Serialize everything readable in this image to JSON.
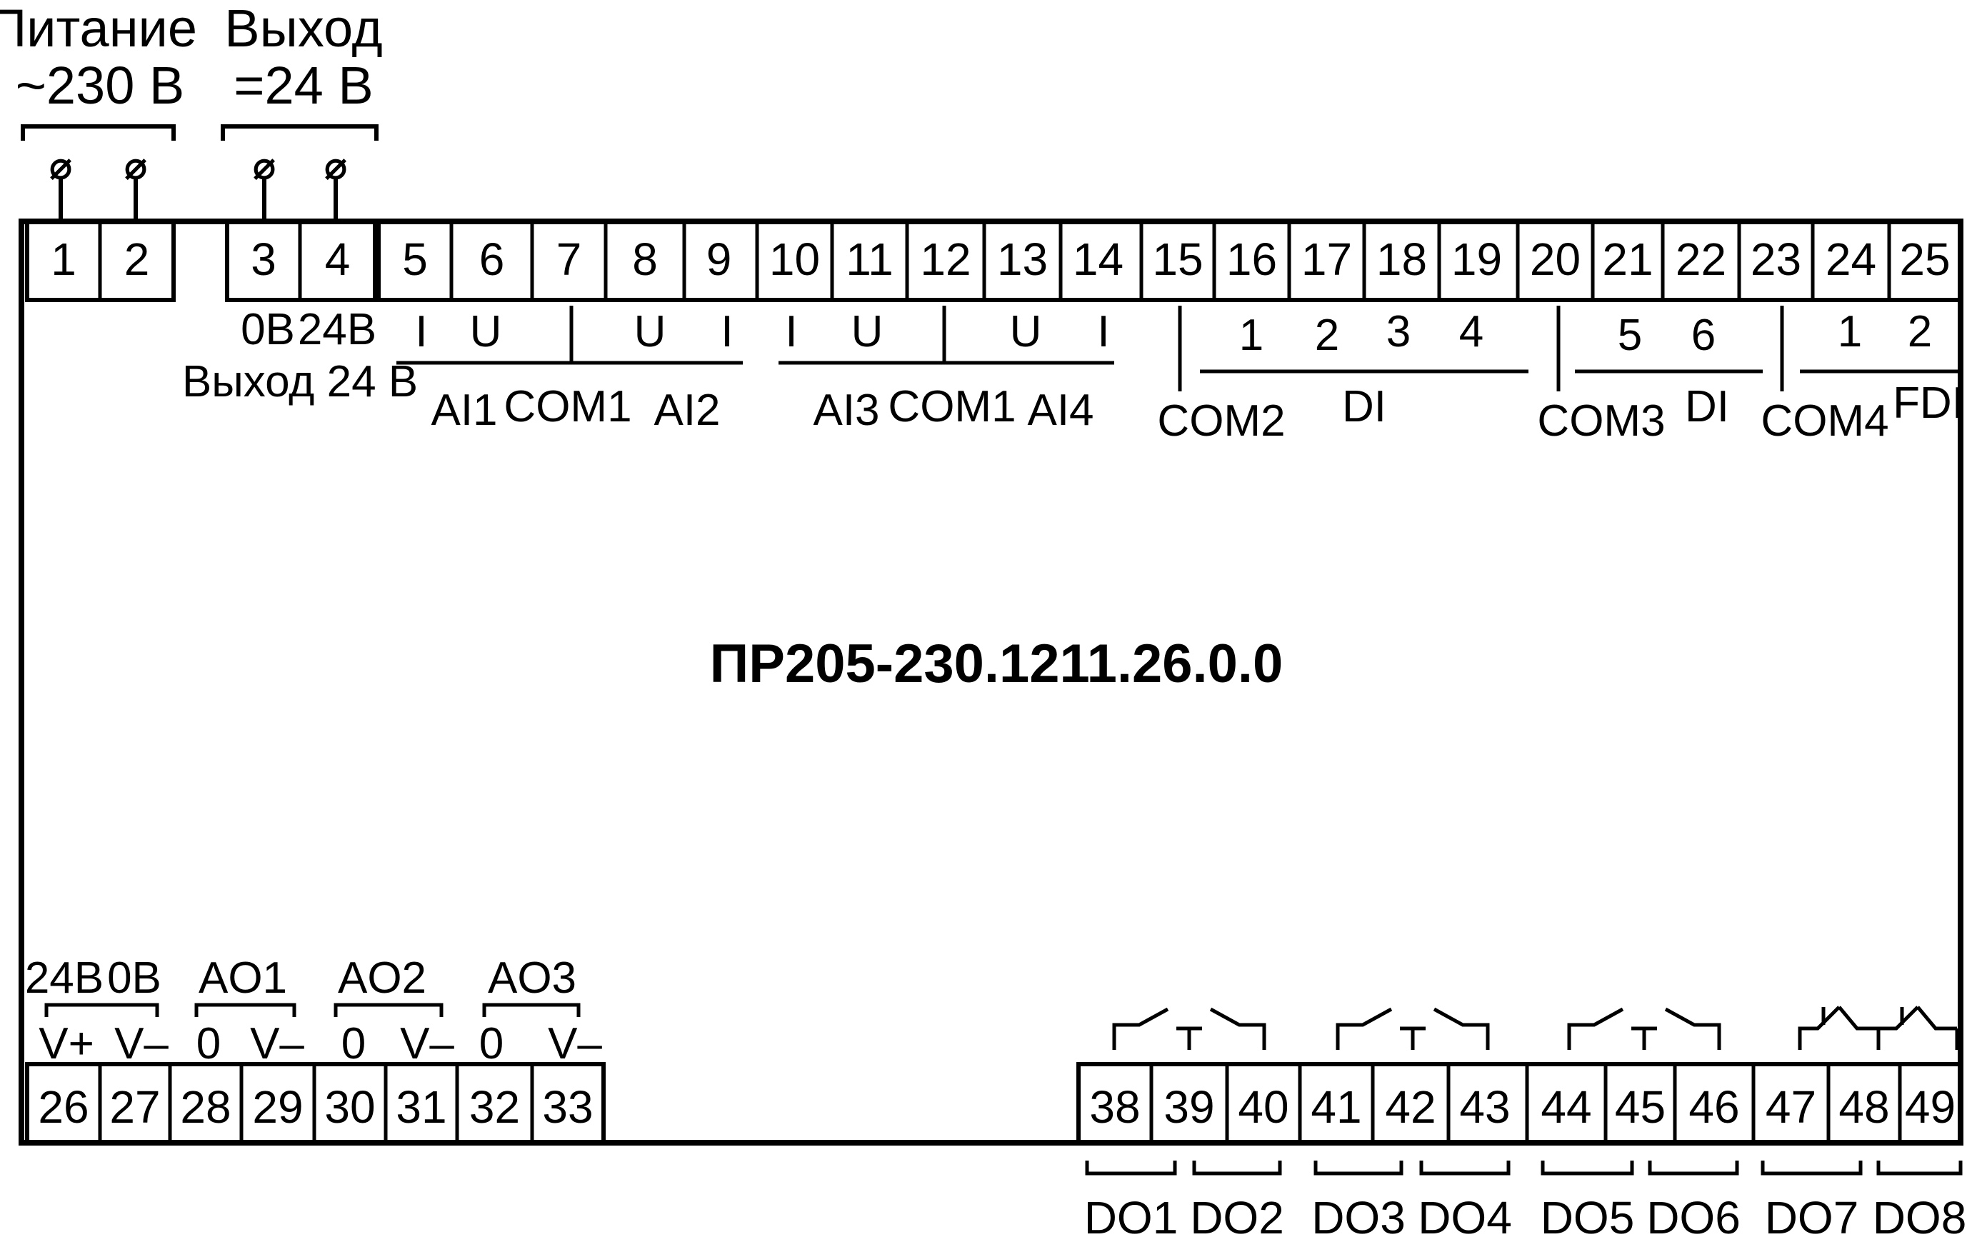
{
  "diagram": {
    "model": "ПР205-230.1211.26.0.0",
    "power": {
      "title": "Питание",
      "value": "~230 В"
    },
    "output": {
      "title": "Выход",
      "value": "=24 В"
    },
    "top_terminals": [
      "1",
      "2",
      "3",
      "4",
      "5",
      "6",
      "7",
      "8",
      "9",
      "10",
      "11",
      "12",
      "13",
      "14",
      "15",
      "16",
      "17",
      "18",
      "19",
      "20",
      "21",
      "22",
      "23",
      "24",
      "25"
    ],
    "bottom_terminals": [
      "26",
      "27",
      "28",
      "29",
      "30",
      "31",
      "32",
      "33",
      "38",
      "39",
      "40",
      "41",
      "42",
      "43",
      "44",
      "45",
      "46",
      "47",
      "48",
      "49"
    ],
    "output24": {
      "zero": "0В",
      "plus": "24В",
      "caption": "Выход 24 В"
    },
    "ai_group1": {
      "pins": [
        "I",
        "U",
        "U",
        "I"
      ],
      "labels": [
        "AI1",
        "COM1",
        "AI2"
      ]
    },
    "ai_group2": {
      "pins": [
        "I",
        "U",
        "U",
        "I"
      ],
      "labels": [
        "AI3",
        "COM1",
        "AI4"
      ]
    },
    "di_group1": {
      "common": "COM2",
      "numbers": [
        "1",
        "2",
        "3",
        "4"
      ],
      "label": "DI"
    },
    "di_group2": {
      "common": "COM3",
      "numbers": [
        "5",
        "6"
      ],
      "label": "DI"
    },
    "fdi_group": {
      "common": "COM4",
      "numbers": [
        "1",
        "2"
      ],
      "label": "FDI"
    },
    "bottom_power": {
      "plus": "24В",
      "zero": "0В",
      "pin_plus": "V+",
      "pin_minus": "V–"
    },
    "analog_outputs": [
      {
        "label": "AO1",
        "pin0": "0",
        "pin1": "V–"
      },
      {
        "label": "AO2",
        "pin0": "0",
        "pin1": "V–"
      },
      {
        "label": "AO3",
        "pin0": "0",
        "pin1": "V–"
      }
    ],
    "digital_outputs": [
      "DO1",
      "DO2",
      "DO3",
      "DO4",
      "DO5",
      "DO6",
      "DO7",
      "DO8"
    ],
    "colors": {
      "line": "#000000",
      "background": "#ffffff"
    }
  }
}
